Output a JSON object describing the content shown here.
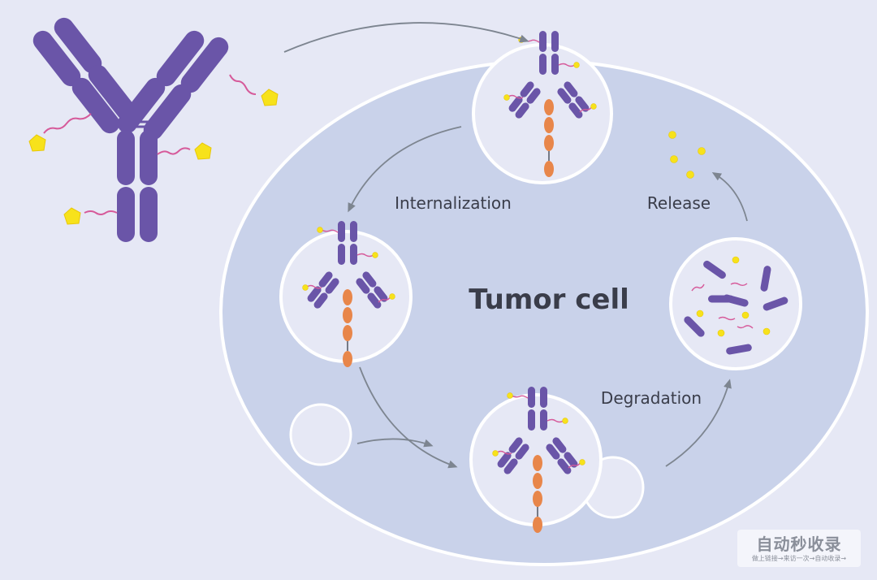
{
  "diagram": {
    "center_label": "Tumor cell",
    "steps": {
      "internalization": "Internalization",
      "degradation": "Degradation",
      "release": "Release"
    }
  },
  "colors": {
    "background": "#e6e8f5",
    "cell_fill": "#c9d2ea",
    "cell_stroke": "#ffffff",
    "antibody": "#6a55a8",
    "linker": "#d65a9a",
    "payload": "#f7e21b",
    "antigen": "#e8864a",
    "arrow": "#7d8590"
  },
  "watermark": {
    "title": "自动秒收录",
    "subtitle": "做上链接→来访一次→自动收录→"
  }
}
